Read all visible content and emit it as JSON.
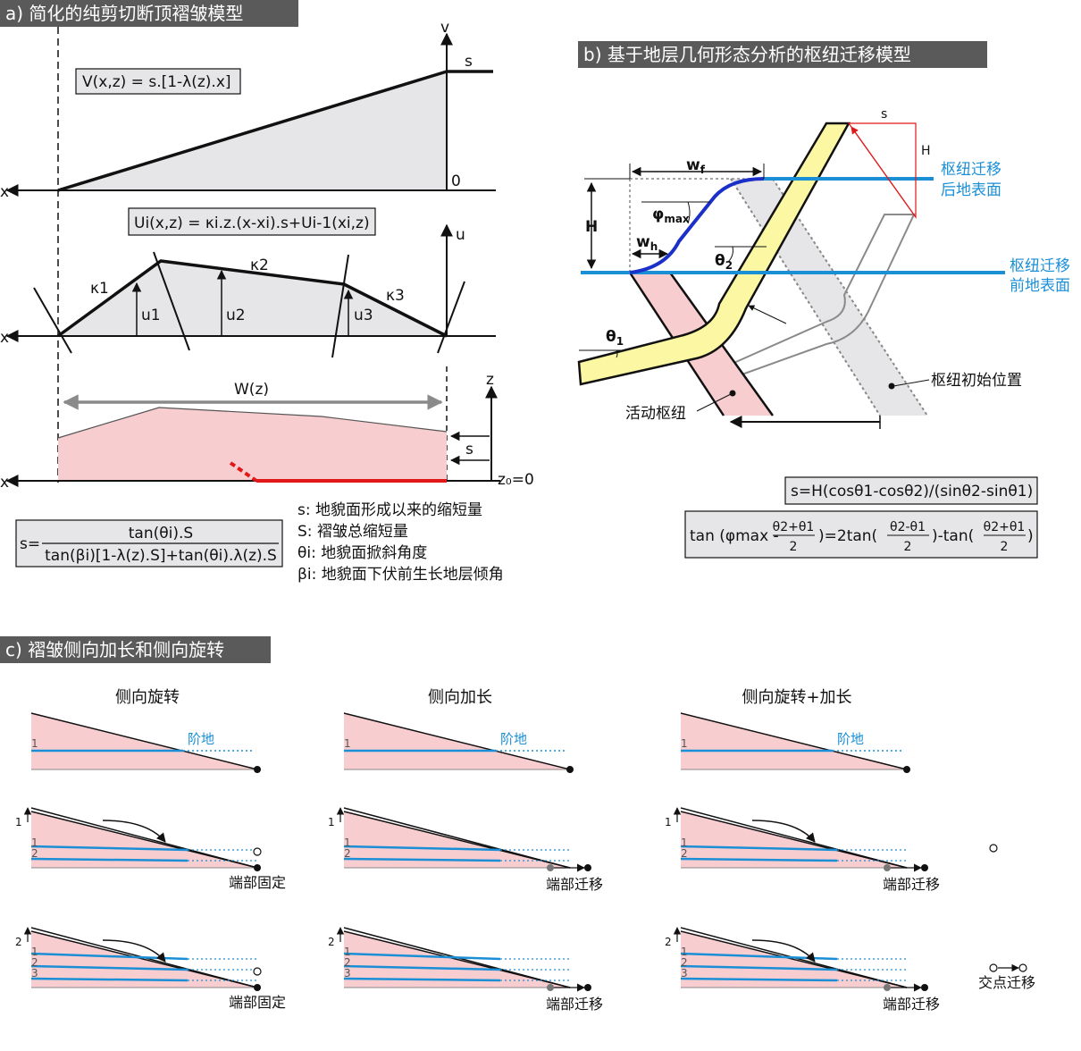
{
  "panel_a": {
    "title": "a) 简化的纯剪切断顶褶皱模型",
    "v_formula": "V(x,z) = s.[1-λ(z).x]",
    "u_formula": "Ui(x,z) = κi.z.(x-xi).s+Ui-1(xi,z)",
    "axis_x": "x",
    "axis_v": "v",
    "axis_u": "u",
    "axis_z": "z",
    "s_label": "s",
    "zero_label": "0",
    "kappas": [
      "κ1",
      "κ2",
      "κ3"
    ],
    "u_vals": [
      "u1",
      "u2",
      "u3"
    ],
    "w_label": "W(z)",
    "z0_label": "z₀=0",
    "s_formula_lhs": "s=",
    "s_formula_num": "tan(θi).S",
    "s_formula_den": "tan(βi)[1-λ(z).S]+tan(θi).λ(z).S",
    "legend": [
      "s: 地貌面形成以来的缩短量",
      "S: 褶皱总缩短量",
      "θi: 地貌面掀斜角度",
      "βi: 地貌面下伏前生长地层倾角"
    ]
  },
  "panel_b": {
    "title": "b) 基于地层几何形态分析的枢纽迁移模型",
    "top_surface": [
      "枢纽迁移",
      "后地表面"
    ],
    "front_surface": [
      "枢纽迁移",
      "前地表面"
    ],
    "active_hinge": "活动枢纽",
    "initial_hinge": "枢纽初始位置",
    "H": "H",
    "s": "s",
    "wf": "w",
    "wf_sub": "f",
    "wh": "w",
    "wh_sub": "h",
    "phimax": "φ",
    "phimax_sub": "max",
    "theta1": "θ",
    "theta1_sub": "1",
    "theta2": "θ",
    "theta2_sub": "2",
    "formula1": "s=H(cosθ1-cosθ2)/(sinθ2-sinθ1)",
    "formula2_left": "tan (φmax -",
    "formula2_frac1_num": "θ2+θ1",
    "formula2_frac1_den": "2",
    "formula2_mid": ")=2tan(",
    "formula2_frac2_num": "θ2-θ1",
    "formula2_frac2_den": "2",
    "formula2_mid2": ")-tan(",
    "formula2_frac3_num": "θ2+θ1",
    "formula2_frac3_den": "2",
    "formula2_end": ")"
  },
  "panel_c": {
    "title": "c) 褶皱侧向加长和侧向旋转",
    "col_titles": [
      "侧向旋转",
      "侧向加长",
      "侧向旋转+加长"
    ],
    "terrace": "阶地",
    "tip_fixed": "端部固定",
    "tip_migrate": "端部迁移",
    "cross_migrate": "交点迁移",
    "nums": [
      "1",
      "2",
      "3"
    ]
  },
  "colors": {
    "pink": "#f7cdd0",
    "gray_fill": "#e6e6e8",
    "blue": "#1a8fd6",
    "dark_blue": "#1b2fc9",
    "yellow": "#fbf7a3",
    "red": "#e01818",
    "title_bg": "#5a5a5a"
  }
}
